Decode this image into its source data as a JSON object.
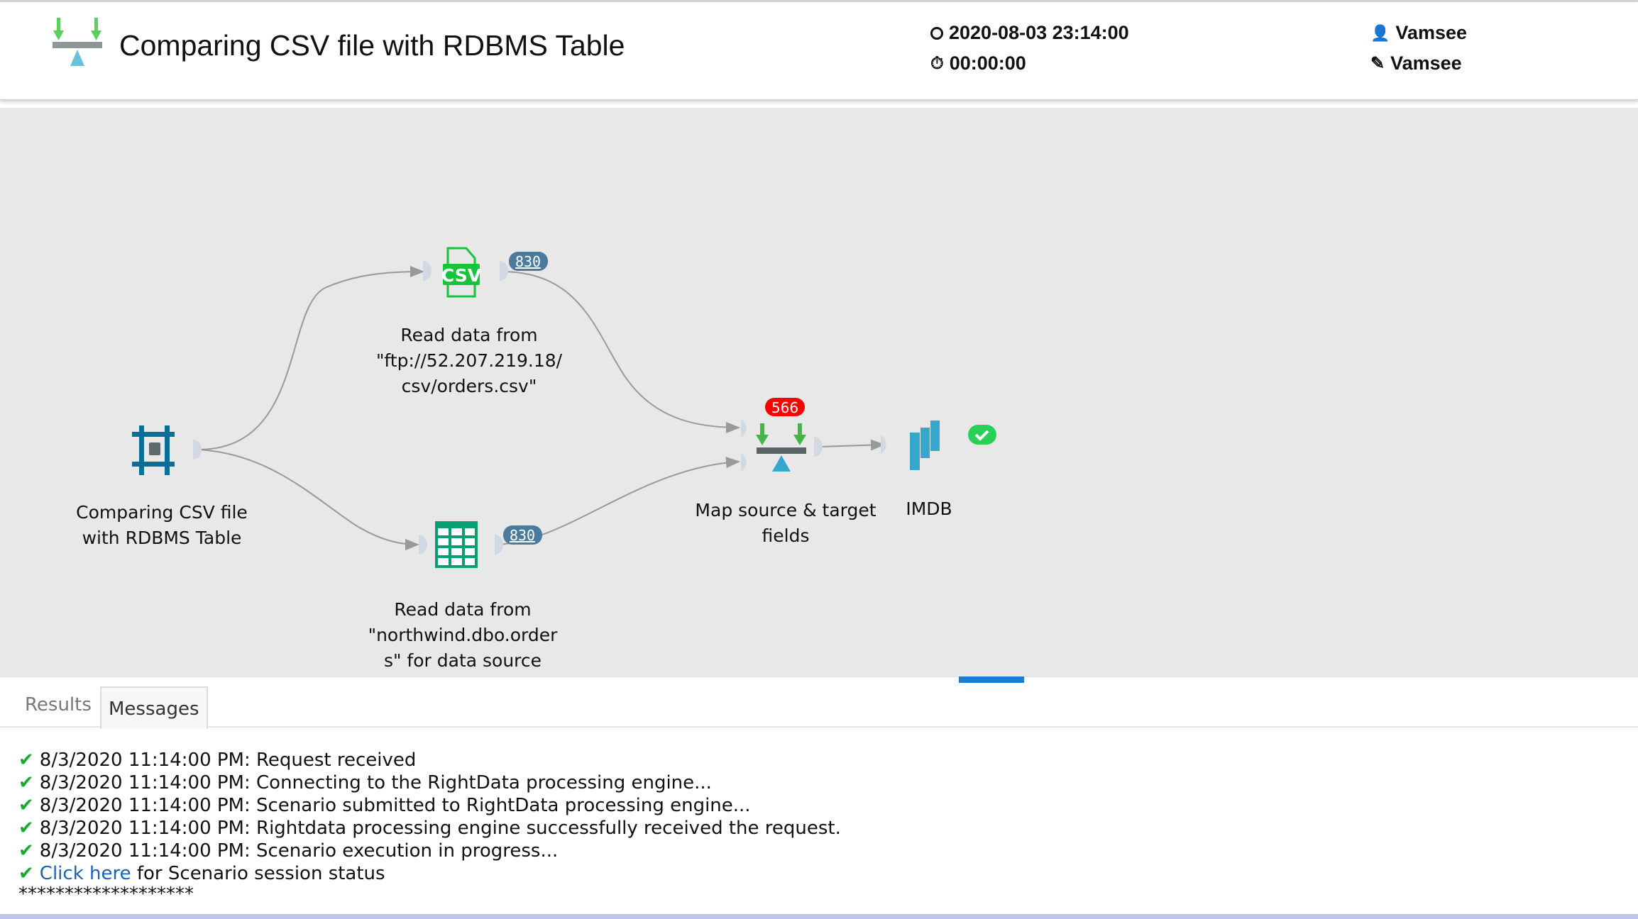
{
  "header": {
    "title": "Comparing CSV file with RDBMS Table",
    "logo_icon": "compare-scale-icon",
    "datetime": "2020-08-03 23:14:00",
    "duration": "00:00:00",
    "owner": "Vamsee",
    "editor": "Vamsee"
  },
  "canvas": {
    "nodes": [
      {
        "id": "start",
        "icon": "scenario-start-icon",
        "label_lines": [
          "Comparing CSV file",
          "with RDBMS Table"
        ]
      },
      {
        "id": "csv",
        "icon": "csv-file-icon",
        "icon_text": "CSV",
        "count": "830",
        "label_lines": [
          "Read data from",
          "\"ftp://52.207.219.18/",
          "csv/orders.csv\""
        ]
      },
      {
        "id": "table",
        "icon": "table-grid-icon",
        "count": "830",
        "label_lines": [
          "Read data from",
          "\"northwind.dbo.order",
          "s\" for data source"
        ]
      },
      {
        "id": "map",
        "icon": "compare-scale-icon",
        "count": "566",
        "label_lines": [
          "Map source & target",
          "fields"
        ]
      },
      {
        "id": "imdb",
        "icon": "bar-chart-icon",
        "status": "success",
        "label_lines": [
          "IMDB"
        ]
      }
    ],
    "colors": {
      "badge_count": "#4a7a9c",
      "badge_diff": "#ff0000",
      "success": "#28d155",
      "edge": "#999999"
    }
  },
  "tabs": [
    {
      "label": "Results",
      "active": false
    },
    {
      "label": "Messages",
      "active": true
    }
  ],
  "messages": [
    "8/3/2020 11:14:00 PM: Request received",
    "8/3/2020 11:14:00 PM: Connecting to the RightData processing engine...",
    "8/3/2020 11:14:00 PM: Scenario submitted to RightData processing engine...",
    "8/3/2020 11:14:00 PM: Rightdata processing engine successfully received the request.",
    "8/3/2020 11:14:00 PM: Scenario execution in progress..."
  ],
  "session_link": {
    "link_text": "Click here",
    "rest": " for Scenario session status"
  },
  "separator": "*******************"
}
